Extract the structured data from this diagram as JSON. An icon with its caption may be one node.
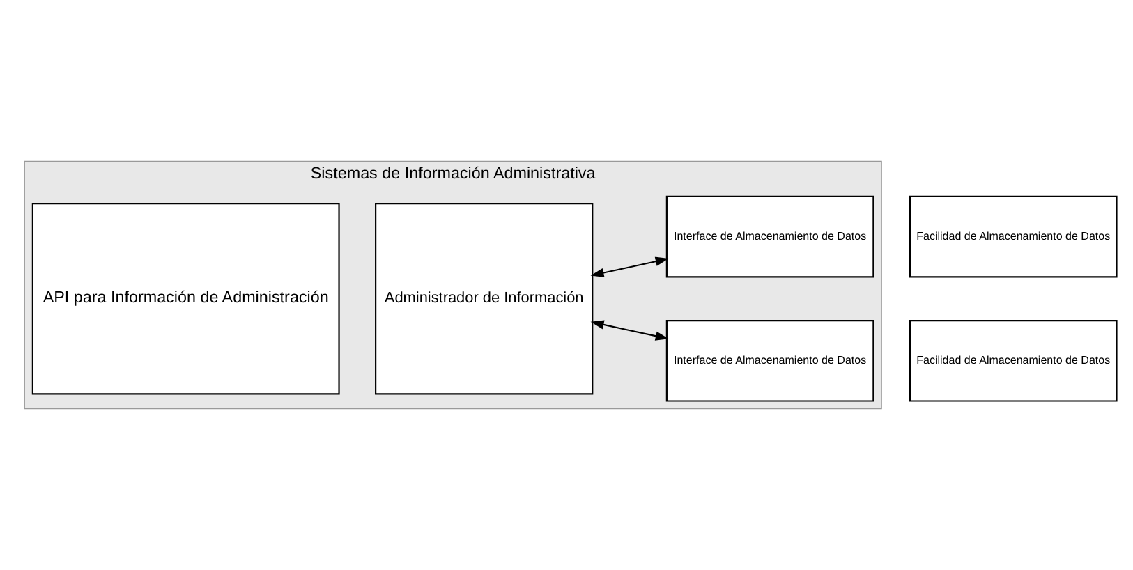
{
  "diagram": {
    "nodes": [
      {
        "text": [
          "Sistemas de Información Administrativa"
        ]
      },
      {
        "text": [
          "API para Información de Administración"
        ],
        "in": 0
      },
      {
        "text": [
          "Administrador de Información"
        ],
        "in": 0
      },
      {
        "text": [
          "Interface de Almacenamiento de Datos"
        ],
        "in": 0
      },
      {
        "text": [
          "Interface de Almacenamiento de Datos"
        ],
        "in": 0
      },
      {
        "text": [
          "Facilidad de Almacenamiento de Datos"
        ]
      },
      {
        "text": [
          "Facilidad de Almacenamiento de Datos"
        ]
      }
    ],
    "edges": [
      {
        "from": 2,
        "to": 3,
        "arrow": "both"
      },
      {
        "from": 2,
        "to": 4,
        "arrow": "both"
      }
    ]
  }
}
